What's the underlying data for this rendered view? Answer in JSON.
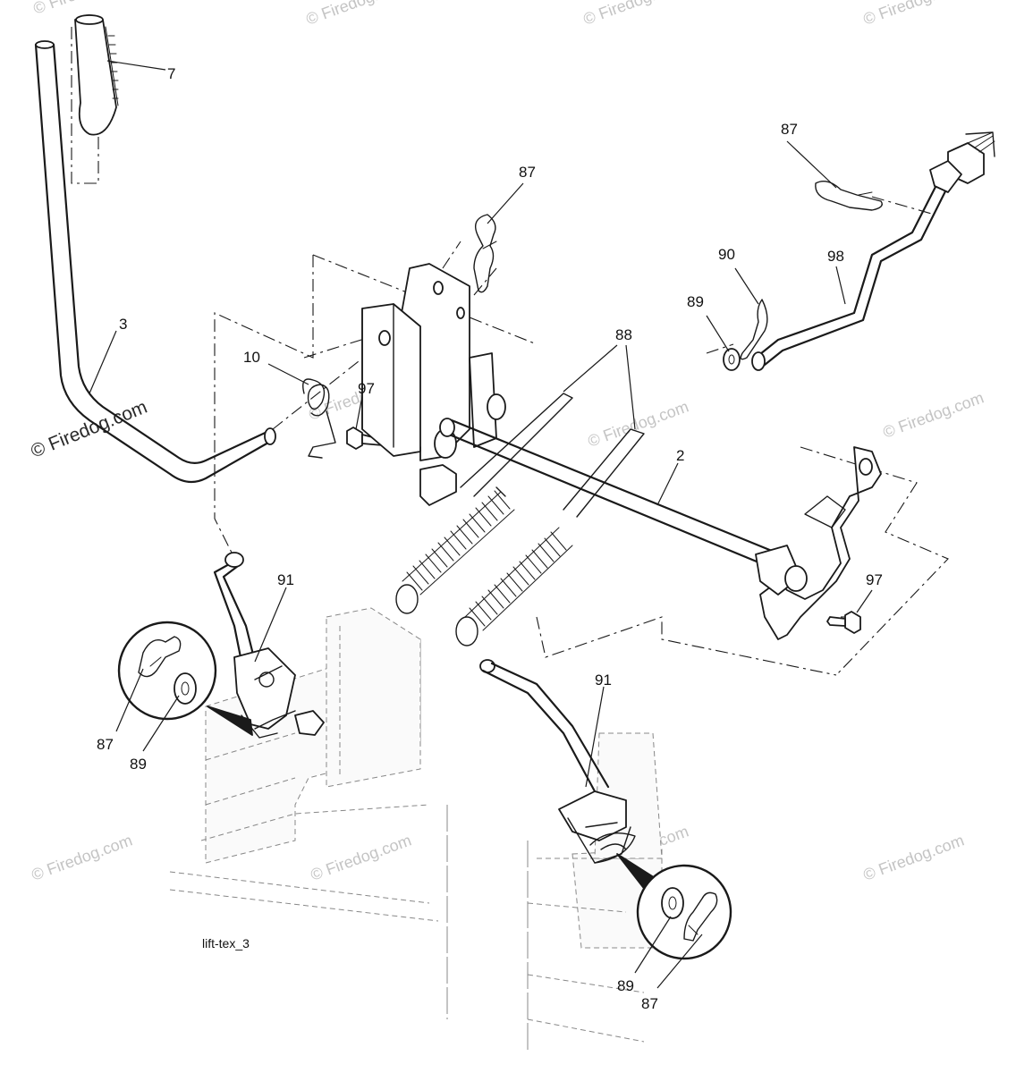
{
  "diagram": {
    "id_label": "lift-tex_3",
    "watermark": "© Firedog.com",
    "part_numbers": {
      "grip": "7",
      "lift_handle": "3",
      "torsion_spring": "10",
      "bolt_left": "97",
      "hairpin_top": "87",
      "springs": "88",
      "shaft": "2",
      "hairpin_right": "87",
      "rod": "98",
      "clip_right": "90",
      "washer_right": "89",
      "link_left": "91",
      "link_right": "91",
      "bolt_right": "97",
      "detail_left_clip": "87",
      "detail_left_washer": "89",
      "detail_right_washer": "89",
      "detail_right_clip": "87"
    }
  }
}
